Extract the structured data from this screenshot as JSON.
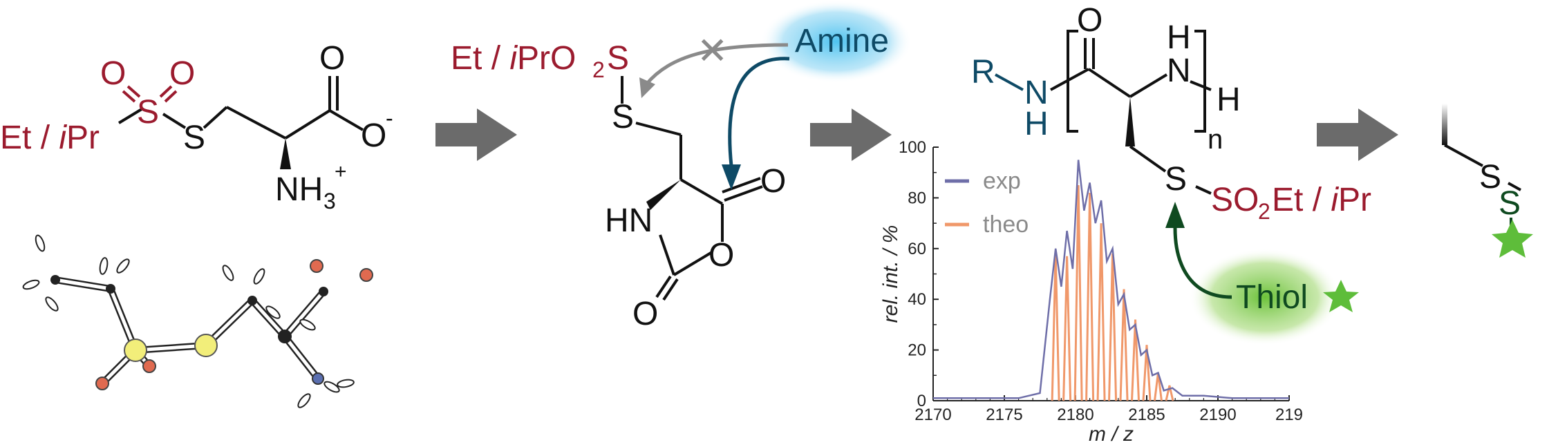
{
  "molecule1": {
    "oxygen": "O",
    "sulfur": "S",
    "r_group": "Et / iPr",
    "carbonyl_o": "O",
    "carboxylate_o": "O",
    "minus": "-",
    "ammonium_nh": "NH",
    "ammonium_sub": "3",
    "plus": "+"
  },
  "molecule2": {
    "reagent_prefix": "Et / iPrO",
    "reagent_sub": "2",
    "reagent_s": "S",
    "sulfur": "S",
    "nh": "HN",
    "carbonyl_o": "O",
    "ring_o": "O",
    "lower_o": "O",
    "amine_label": "Amine",
    "cross": "✕"
  },
  "polymer": {
    "r": "R",
    "n": "N",
    "h": "H",
    "carbonyl_o": "O",
    "nh_h": "H",
    "nh_n": "N",
    "end_h": "H",
    "repeat": "n",
    "sulfur": "S",
    "so2_prefix": "SO",
    "so2_sub": "2",
    "so2_suffix": "Et / iPr",
    "thiol_label": "Thiol"
  },
  "product": {
    "s1": "S",
    "s2": "S"
  },
  "colors": {
    "red": "#9b1b2e",
    "blue": "#0e4a66",
    "green": "#0f4a20",
    "arrow_grey": "#6b6b6b",
    "exp_color": "#6e6ea8",
    "theo_color": "#f0986a"
  },
  "chart_data": {
    "type": "line",
    "xlabel": "m / z",
    "ylabel": "rel. int. / %",
    "xlim": [
      2170,
      2195
    ],
    "ylim": [
      0,
      100
    ],
    "xticks": [
      "2170",
      "2175",
      "2180",
      "2185",
      "2190",
      "219"
    ],
    "yticks": [
      "0",
      "20",
      "40",
      "60",
      "80",
      "100"
    ],
    "legend": [
      "exp",
      "theo"
    ],
    "series": [
      {
        "name": "exp",
        "x": [
          2170,
          2172,
          2174,
          2176,
          2177.5,
          2178.2,
          2178.6,
          2179.0,
          2179.4,
          2179.8,
          2180.2,
          2180.6,
          2181.0,
          2181.4,
          2181.8,
          2182.2,
          2182.6,
          2183.0,
          2183.4,
          2183.8,
          2184.2,
          2184.6,
          2185.0,
          2185.4,
          2185.8,
          2186.2,
          2186.8,
          2187.5,
          2189,
          2191,
          2193,
          2195
        ],
        "y": [
          1,
          1,
          1,
          1,
          3,
          40,
          60,
          45,
          67,
          52,
          95,
          75,
          86,
          70,
          79,
          55,
          60,
          38,
          42,
          28,
          30,
          18,
          20,
          10,
          11,
          4,
          5,
          2,
          2,
          1,
          1,
          1
        ]
      },
      {
        "name": "theo",
        "x": [
          2178.6,
          2179.4,
          2180.2,
          2181.0,
          2181.8,
          2182.6,
          2183.4,
          2184.2,
          2185.0,
          2185.8,
          2186.6
        ],
        "y": [
          58,
          57,
          85,
          82,
          70,
          58,
          44,
          32,
          22,
          11,
          6
        ]
      }
    ]
  }
}
